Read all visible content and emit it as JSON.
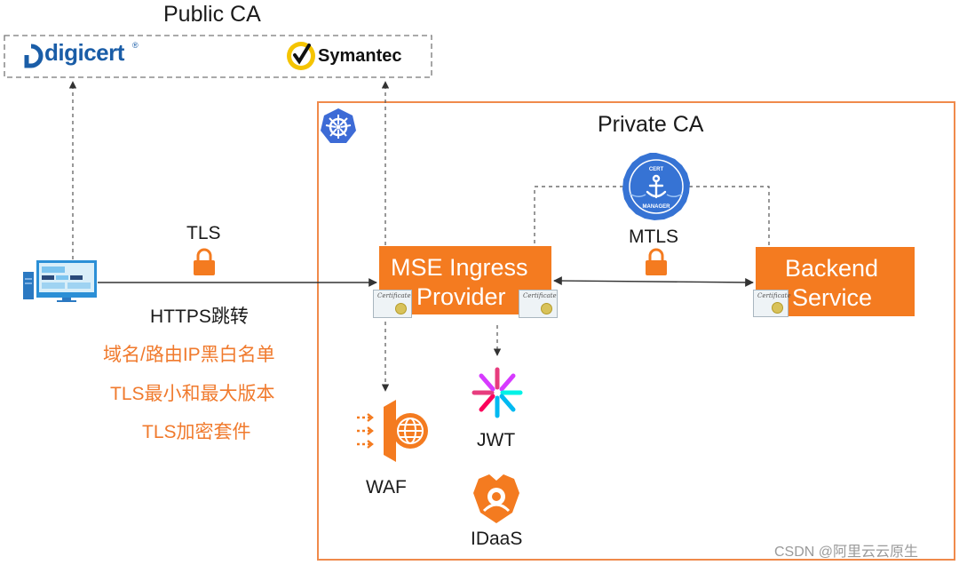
{
  "public_ca": {
    "title": "Public CA",
    "digicert": {
      "name": "digicert",
      "mark": "®"
    },
    "symantec": {
      "name": "Symantec"
    }
  },
  "private_ca": {
    "title": "Private CA"
  },
  "client_link": {
    "protocol": "TLS",
    "features": {
      "https_redirect": "HTTPS跳转",
      "domain_ip_list": "域名/路由IP黑白名单",
      "tls_version": "TLS最小和最大版本",
      "tls_cipher": "TLS加密套件"
    }
  },
  "ingress": {
    "line1": "MSE Ingress",
    "line2": "Provider"
  },
  "backend": {
    "line1": "Backend",
    "line2": "Service"
  },
  "mtls": {
    "label": "MTLS"
  },
  "cert_manager": {
    "top": "CERT",
    "bottom": "MANAGER"
  },
  "certificate": {
    "label": "Certificate"
  },
  "plugins": {
    "waf": "WAF",
    "jwt": "JWT",
    "idaas": "IDaaS"
  },
  "watermark": "CSDN @阿里云云原生",
  "colors": {
    "accent": "#f47b20",
    "feature_text": "#f07a2d",
    "k8s_blue": "#3d6bd6"
  },
  "icons": [
    "digicert-logo",
    "symantec-check-icon",
    "kubernetes-icon",
    "cert-manager-anchor-icon",
    "lock-icon",
    "desktop-client-icon",
    "waf-icon",
    "jwt-icon",
    "idaas-icon",
    "certificate-icon"
  ]
}
